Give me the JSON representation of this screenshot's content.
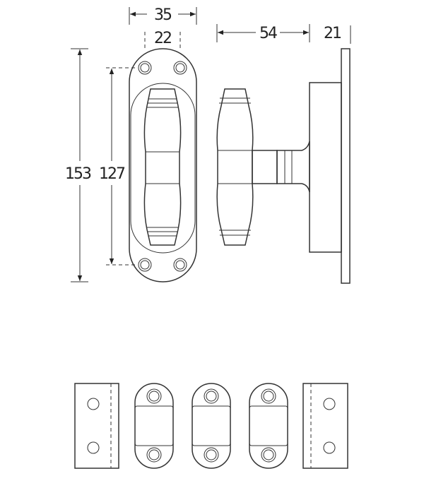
{
  "dimensions": {
    "plate_width": "35",
    "hole_spacing_horizontal": "22",
    "projection": "54",
    "rose_depth": "21",
    "plate_height": "153",
    "hole_spacing_vertical": "127"
  },
  "colors": {
    "line": "#333333",
    "background": "#ffffff"
  }
}
